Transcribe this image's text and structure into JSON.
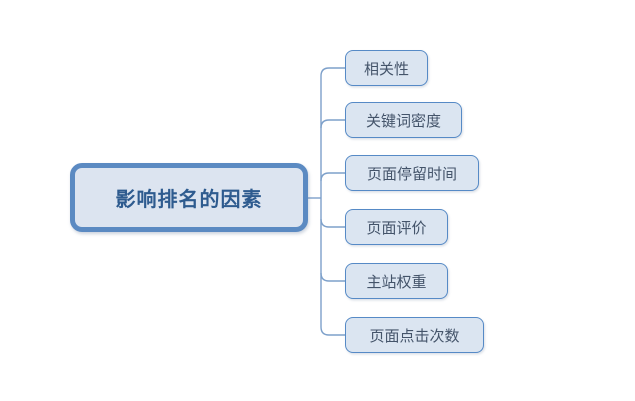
{
  "diagram": {
    "type": "mindmap",
    "root": {
      "label": "影响排名的因素"
    },
    "children": [
      {
        "label": "相关性"
      },
      {
        "label": "关键词密度"
      },
      {
        "label": "页面停留时间"
      },
      {
        "label": "页面评价"
      },
      {
        "label": "主站权重"
      },
      {
        "label": "页面点击次数"
      }
    ],
    "colors": {
      "root_border": "#5b8ac2",
      "root_fill": "#dce4f0",
      "root_text": "#2e5b8f",
      "child_border": "#568ac6",
      "child_fill": "#dbe5f1",
      "child_text": "#44546a",
      "connector": "#7da0ca",
      "background": "#ffffff"
    }
  }
}
